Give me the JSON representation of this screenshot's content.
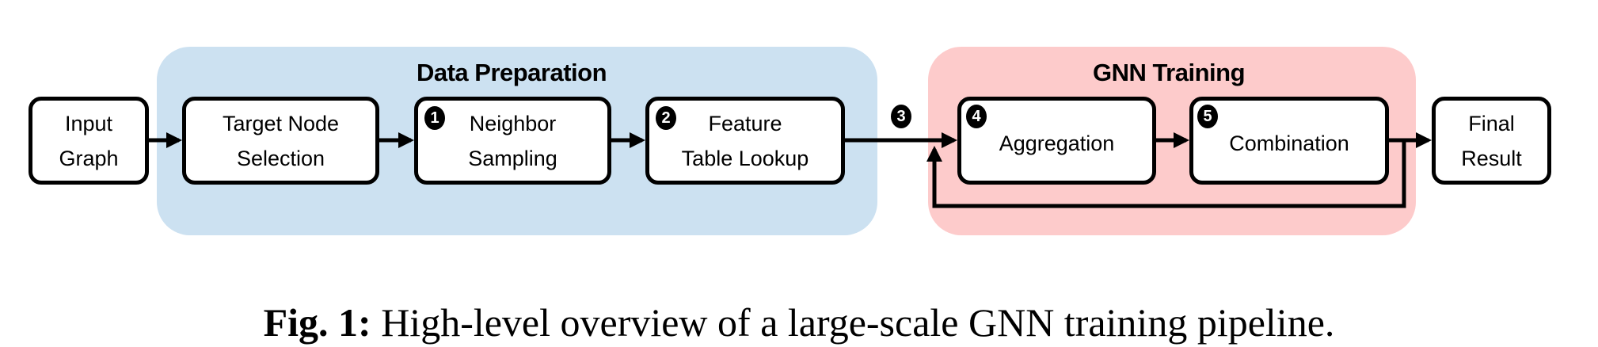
{
  "groups": {
    "data_preparation": {
      "title": "Data Preparation",
      "color": "#cce1f1"
    },
    "gnn_training": {
      "title": "GNN Training",
      "color": "#fdcbcb"
    }
  },
  "nodes": {
    "input_graph": {
      "line1": "Input",
      "line2": "Graph"
    },
    "target_node_selection": {
      "line1": "Target Node",
      "line2": "Selection"
    },
    "neighbor_sampling": {
      "step": "1",
      "line1": "Neighbor",
      "line2": "Sampling"
    },
    "feature_table_lookup": {
      "step": "2",
      "line1": "Feature",
      "line2": "Table Lookup"
    },
    "transfer_step": {
      "step": "3"
    },
    "aggregation": {
      "step": "4",
      "label": "Aggregation"
    },
    "combination": {
      "step": "5",
      "label": "Combination"
    },
    "final_result": {
      "line1": "Final",
      "line2": "Result"
    }
  },
  "caption": {
    "prefix": "Fig. 1:",
    "text": " High-level overview of a large-scale GNN training pipeline."
  }
}
